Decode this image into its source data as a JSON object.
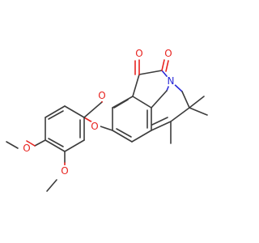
{
  "diagram": {
    "type": "chemical-structure",
    "colors": {
      "bond": "#3c3c3c",
      "oxygen": "#e8231f",
      "nitrogen": "#2a2ad8",
      "background": "#ffffff"
    },
    "atom_labels": {
      "ketone_o1": "O",
      "ketone_o2": "O",
      "ring_n": "N",
      "ester_o_carbonyl": "O",
      "ester_o_link": "O",
      "methoxy_o_para": "O",
      "methoxy_o_meta": "O"
    }
  }
}
